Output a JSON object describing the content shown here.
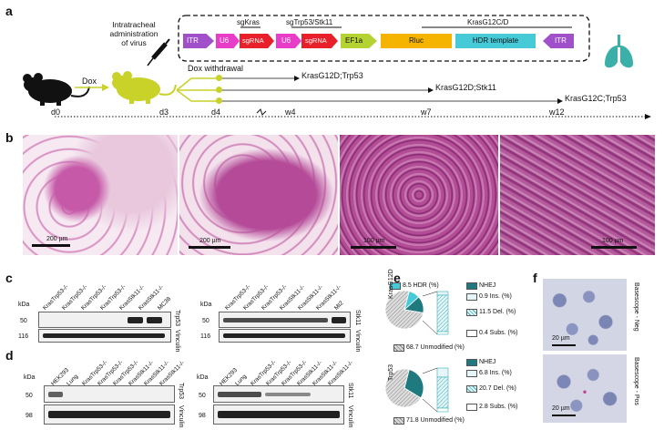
{
  "panels": {
    "a": "a",
    "b": "b",
    "c": "c",
    "d": "d",
    "e": "e",
    "f": "f"
  },
  "panel_a": {
    "intratracheal": [
      "Intratracheal",
      "administration",
      "of virus"
    ],
    "dox": "Dox",
    "dox_withdrawal": "Dox withdrawal",
    "timepoints": [
      "d0",
      "d3",
      "d4",
      "w4",
      "w7",
      "w12"
    ],
    "outcomes": [
      "KrasG12D;Trp53",
      "KrasG12D;Stk11",
      "KrasG12C;Trp53"
    ],
    "construct_top_labels": [
      "sgKras",
      "sgTrp53/Stk11",
      "KrasG12C/D"
    ],
    "construct_elements": [
      "ITR",
      "U6",
      "sgRNA",
      "U6",
      "sgRNA",
      "EF1a",
      "Rluc",
      "HDR template",
      "ITR"
    ],
    "colors": {
      "itr": "#a050c8",
      "u6": "#e83dc8",
      "sgrna": "#e8202a",
      "ef1a": "#b4d232",
      "rluc": "#f5b400",
      "hdr": "#46cad8",
      "mouse_black": "#111111",
      "mouse_green": "#c8d228",
      "lung": "#3ab0a8"
    }
  },
  "panel_b": {
    "scale_labels": [
      "200 µm",
      "200 µm",
      "100 µm",
      "100 µm"
    ]
  },
  "panel_c": {
    "left": {
      "kda": "kDa",
      "lanes": [
        "KrasTrp53-/-",
        "KrasTrp53-/-",
        "KrasTrp53-/-",
        "KrasTrp53-/-",
        "KrasStk11-/-",
        "KrasStk11-/-",
        "MC38"
      ],
      "mw": [
        "50",
        "116"
      ],
      "right_labels": [
        "Trp53",
        "Vinculin"
      ]
    },
    "right": {
      "kda": "kDa",
      "lanes": [
        "KrasTrp53-/-",
        "KrasTrp53-/-",
        "KrasTrp53-/-",
        "KrasStk11-/-",
        "KrasStk11-/-",
        "KrasStk11-/-",
        "MI2"
      ],
      "mw": [
        "50",
        "116"
      ],
      "right_labels": [
        "Stk11",
        "Vinculin"
      ]
    }
  },
  "panel_d": {
    "left": {
      "kda": "kDa",
      "lanes": [
        "HEK293",
        "Lung",
        "KrasTrp53-/-",
        "KrasTrp53-/-",
        "KrasTrp53-/-",
        "KrasStk11-/-",
        "KrasStk11-/-",
        "KrasStk11-/-"
      ],
      "mw": [
        "50",
        "98"
      ],
      "right_labels": [
        "Trp53",
        "Vinculin"
      ]
    },
    "right": {
      "kda": "kDa",
      "lanes": [
        "HEK293",
        "Lung",
        "KrasTrp53-/-",
        "KrasTrp53-/-",
        "KrasTrp53-/-",
        "KrasStk11-/-",
        "KrasStk11-/-",
        "KrasStk11-/-"
      ],
      "mw": [
        "50",
        "98"
      ],
      "right_labels": [
        "Stk11",
        "Vinculin"
      ]
    }
  },
  "panel_e": {
    "charts": [
      {
        "gene": "KrasG12D",
        "hdr_label": "8.5 HDR (%)",
        "nhej_label": "NHEJ",
        "ins_label": "0.9 Ins. (%)",
        "del_label": "11.5 Del. (%)",
        "subs_label": "0.4 Subs. (%)",
        "unmod_label": "68.7 Unmodified (%)"
      },
      {
        "gene": "Trp53",
        "nhej_label": "NHEJ",
        "ins_label": "6.8 Ins. (%)",
        "del_label": "20.7 Del. (%)",
        "subs_label": "2.8 Subs. (%)",
        "unmod_label": "71.8 Unmodified (%)"
      }
    ]
  },
  "panel_f": {
    "scale_labels": [
      "20 µm",
      "20 µm"
    ],
    "side_labels": [
      "Basescope - Neg",
      "Basescope - Pos"
    ]
  },
  "chart_data": [
    {
      "type": "pie",
      "title": "KrasG12D",
      "categories": [
        "HDR",
        "NHEJ",
        "Unmodified"
      ],
      "values": [
        8.5,
        12.8,
        68.7
      ],
      "breakdown": {
        "NHEJ": {
          "categories": [
            "Ins.",
            "Del.",
            "Subs."
          ],
          "values": [
            0.9,
            11.5,
            0.4
          ]
        }
      }
    },
    {
      "type": "pie",
      "title": "Trp53",
      "categories": [
        "NHEJ",
        "Unmodified"
      ],
      "values": [
        30.3,
        71.8
      ],
      "breakdown": {
        "NHEJ": {
          "categories": [
            "Ins.",
            "Del.",
            "Subs."
          ],
          "values": [
            6.8,
            20.7,
            2.8
          ]
        }
      }
    }
  ]
}
